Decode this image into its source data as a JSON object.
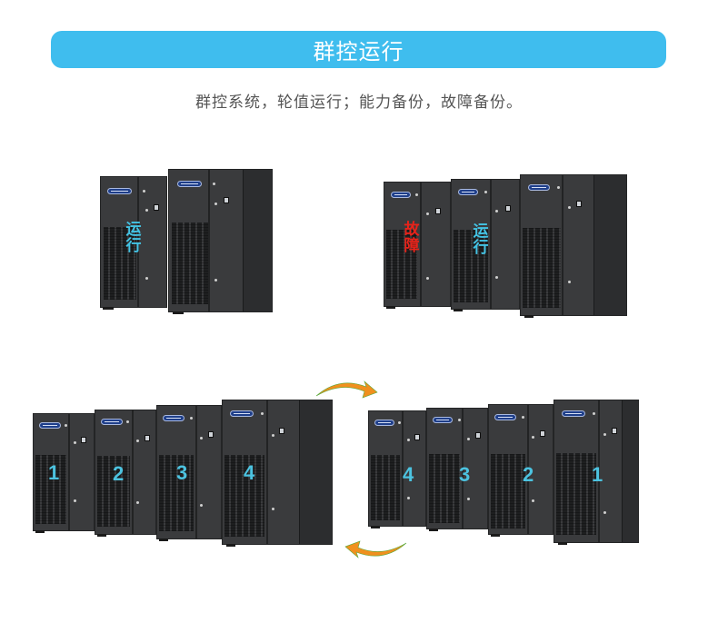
{
  "header": {
    "title": "群控运行",
    "subtitle": "群控系统，轮值运行；能力备份，故障备份。",
    "banner_color": "#3fbdee"
  },
  "top_left_group": {
    "unit_count": 2,
    "units": [
      {
        "status": "运行",
        "status_type": "run"
      },
      {
        "status": "",
        "status_type": "idle"
      }
    ]
  },
  "top_right_group": {
    "unit_count": 3,
    "units": [
      {
        "status": "故障",
        "status_type": "fault"
      },
      {
        "status": "运行",
        "status_type": "run"
      },
      {
        "status": "",
        "status_type": "idle"
      }
    ]
  },
  "bottom_left_group": {
    "unit_count": 4,
    "labels": [
      "1",
      "2",
      "3",
      "4"
    ]
  },
  "bottom_right_group": {
    "unit_count": 4,
    "labels": [
      "4",
      "3",
      "2",
      "1"
    ]
  },
  "arrows": {
    "top": "rotate-forward-arrow",
    "bottom": "rotate-back-arrow",
    "color": "#f0901e",
    "edge_color": "#5aa83a"
  },
  "colors": {
    "run": "#43c3e4",
    "fault": "#e8231a",
    "number": "#4cc3e0",
    "unit_body": "#3a3b3d"
  }
}
